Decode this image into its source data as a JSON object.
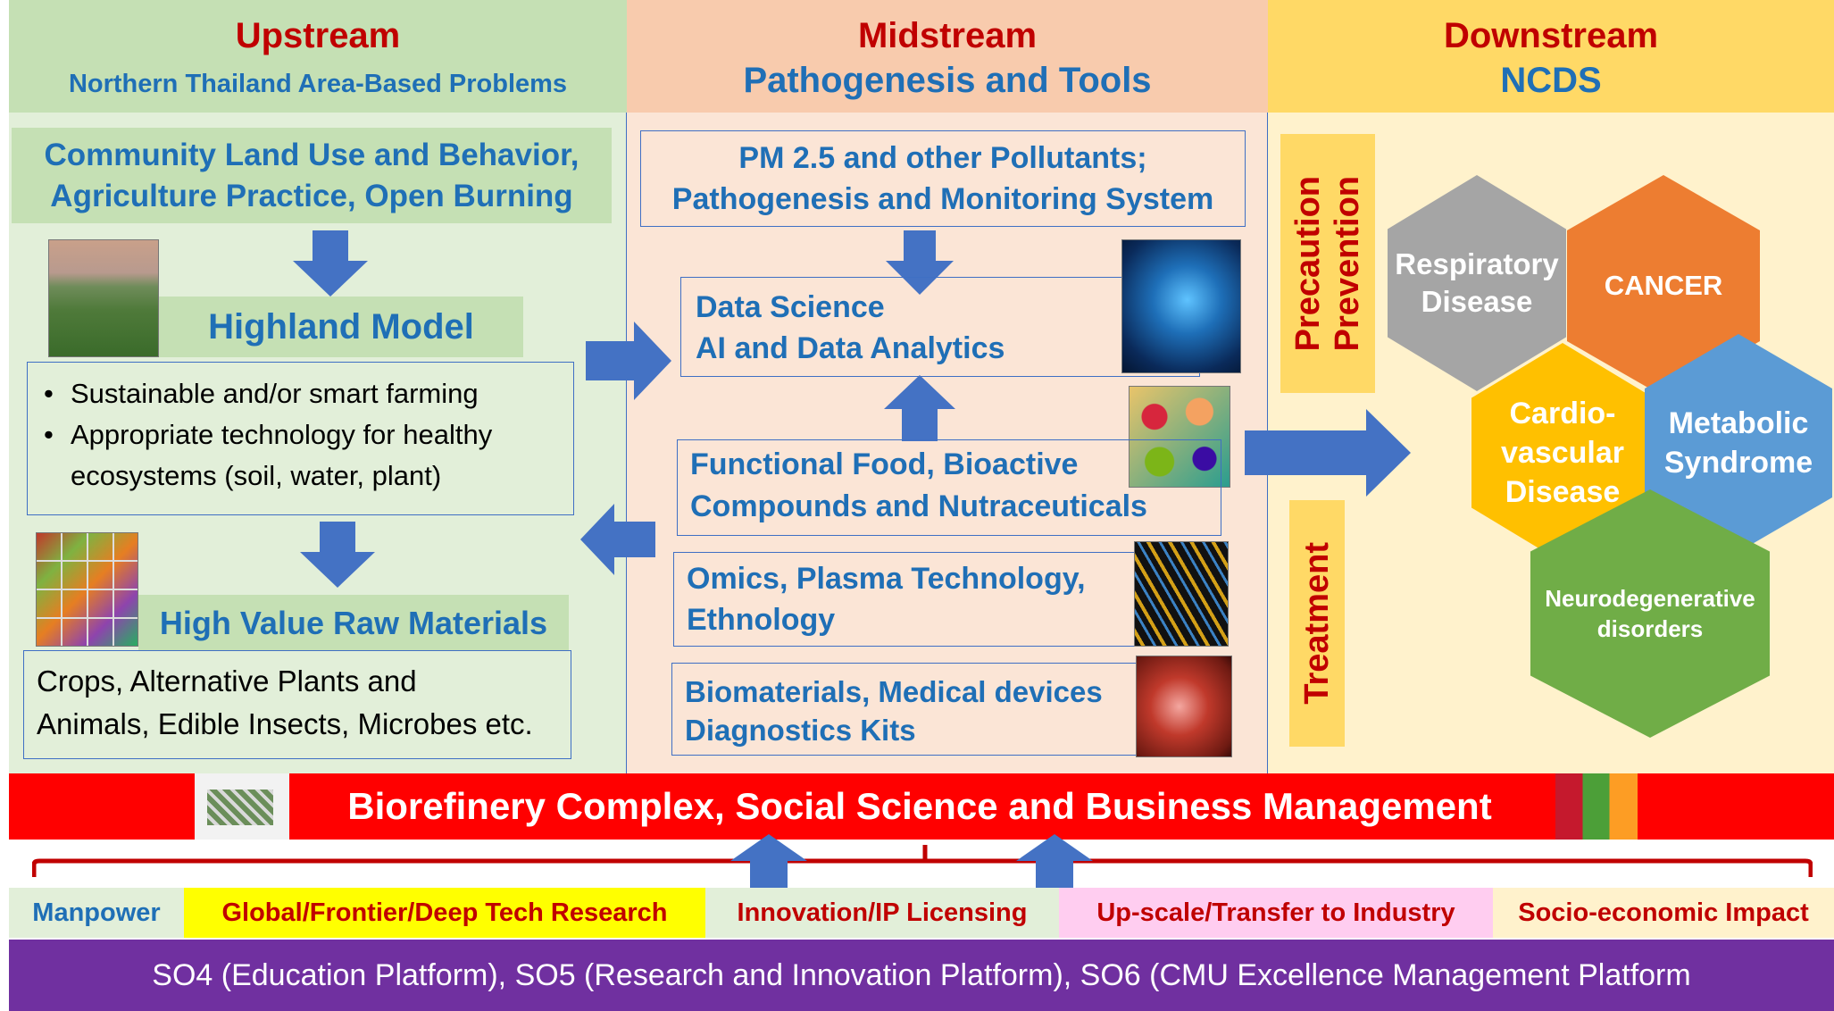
{
  "columns": {
    "upstream": {
      "title": "Upstream",
      "subtitle": "Northern Thailand Area-Based Problems"
    },
    "midstream": {
      "title": "Midstream",
      "subtitle": "Pathogenesis and Tools"
    },
    "downstream": {
      "title": "Downstream",
      "subtitle": "NCDS"
    }
  },
  "upstream": {
    "community_line1": "Community Land Use and Behavior,",
    "community_line2": "Agriculture Practice, Open Burning",
    "highland_model": "Highland Model",
    "highland_bullets": [
      "Sustainable and/or smart farming",
      "Appropriate technology for healthy ecosystems (soil, water, plant)"
    ],
    "raw_materials_title": "High Value Raw Materials",
    "raw_materials_line1": "Crops, Alternative Plants and",
    "raw_materials_line2": "Animals, Edible Insects, Microbes etc."
  },
  "midstream": {
    "pm_line1": "PM 2.5 and other Pollutants;",
    "pm_line2": "Pathogenesis and Monitoring System",
    "data_line1": "Data Science",
    "data_line2": "AI and Data Analytics",
    "food_line1": "Functional Food, Bioactive",
    "food_line2": "Compounds and Nutraceuticals",
    "omics_line1": "Omics, Plasma Technology,",
    "omics_line2": "Ethnology",
    "bio_line1": "Biomaterials, Medical devices",
    "bio_line2": "Diagnostics Kits"
  },
  "downstream": {
    "precaution": "Precaution",
    "prevention": "Prevention",
    "treatment": "Treatment",
    "hexes": {
      "respiratory_line1": "Respiratory",
      "respiratory_line2": "Disease",
      "cancer": "CANCER",
      "cardio_line1": "Cardio-",
      "cardio_line2": "vascular",
      "cardio_line3": "Disease",
      "metabolic_line1": "Metabolic",
      "metabolic_line2": "Syndrome",
      "neuro_line1": "Neurodegenerative",
      "neuro_line2": "disorders"
    }
  },
  "banner": "Biorefinery Complex, Social Science and Business Management",
  "impacts": [
    "Manpower",
    "Global/Frontier/Deep Tech Research",
    "Innovation/IP Licensing",
    "Up-scale/Transfer to Industry",
    "Socio-economic Impact"
  ],
  "footer": "SO4 (Education Platform), SO5 (Research and Innovation Platform), SO6 (CMU Excellence Management Platform",
  "colors": {
    "upstream_header": "#c5e0b4",
    "upstream_body": "#e2efd9",
    "midstream_header": "#f8cbad",
    "midstream_body": "#fbe5d6",
    "downstream_header": "#ffd966",
    "downstream_body": "#fff2cc",
    "arrow_blue": "#4472c4",
    "banner_red": "#ff0000",
    "footer_purple": "#7030a0"
  }
}
